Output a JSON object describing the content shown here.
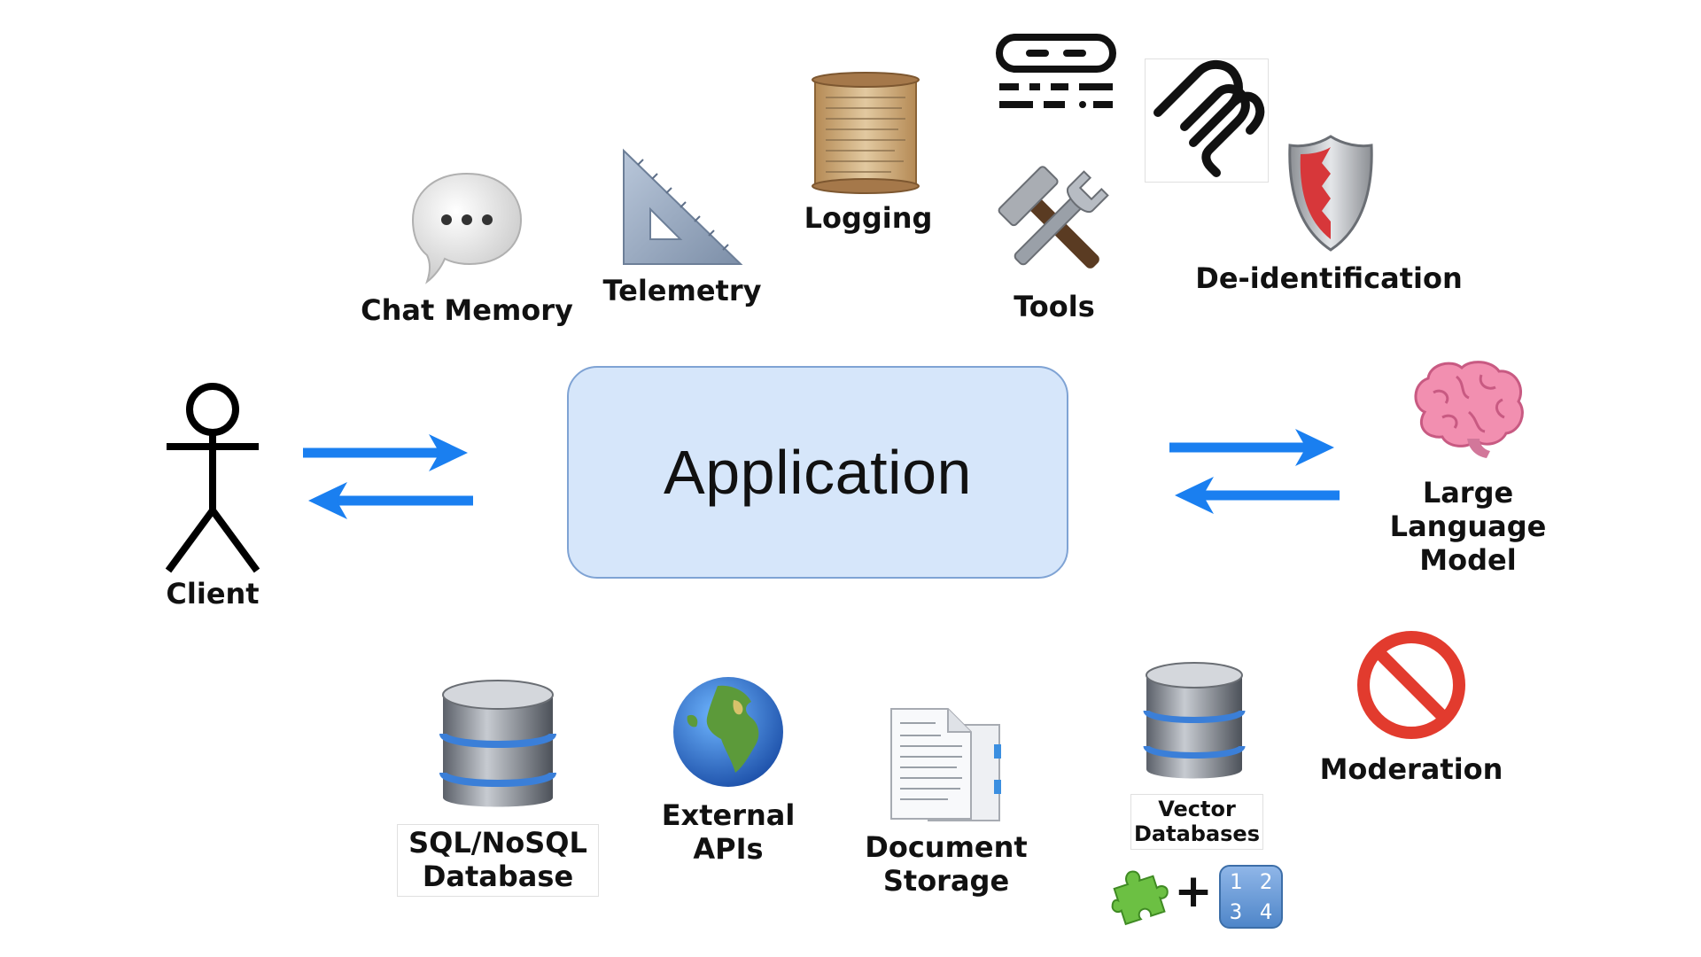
{
  "center": {
    "title": "Application"
  },
  "nodes": {
    "client": {
      "label": "Client"
    },
    "llm": {
      "label_lines": [
        "Large",
        "Language",
        "Model"
      ]
    },
    "chat_memory": {
      "label": "Chat Memory"
    },
    "telemetry": {
      "label": "Telemetry"
    },
    "logging": {
      "label": "Logging"
    },
    "tools": {
      "label": "Tools"
    },
    "deidentification": {
      "label": "De-identification"
    },
    "sql_db": {
      "label_lines": [
        "SQL/NoSQL",
        "Database"
      ]
    },
    "external_apis": {
      "label_lines": [
        "External",
        "APIs"
      ]
    },
    "document_storage": {
      "label_lines": [
        "Document",
        "Storage"
      ]
    },
    "vector_db": {
      "label_lines": [
        "Vector",
        "Databases"
      ],
      "plus_symbol": "+",
      "numbers_grid": [
        "1",
        "2",
        "3",
        "4"
      ]
    },
    "moderation": {
      "label": "Moderation"
    }
  },
  "icons": {
    "client": "stick-figure-icon",
    "chat_memory": "speech-bubble-icon",
    "telemetry": "triangle-ruler-icon",
    "logging": "scroll-icon",
    "tools": "hammer-wrench-icon",
    "api_link": "link-icon",
    "mcp": "mcp-logo-icon",
    "deidentification": "shield-icon",
    "llm": "brain-icon",
    "sql_db": "database-icon",
    "external_apis": "globe-icon",
    "document_storage": "document-icon",
    "vector_db": "database-icon",
    "puzzle": "puzzle-piece-icon",
    "numbers": "numbers-icon",
    "moderation": "prohibited-icon"
  },
  "colors": {
    "arrow": "#1a7ff0",
    "app_fill": "#d6e6fa",
    "app_border": "#7fa3d4",
    "label": "#111111"
  }
}
